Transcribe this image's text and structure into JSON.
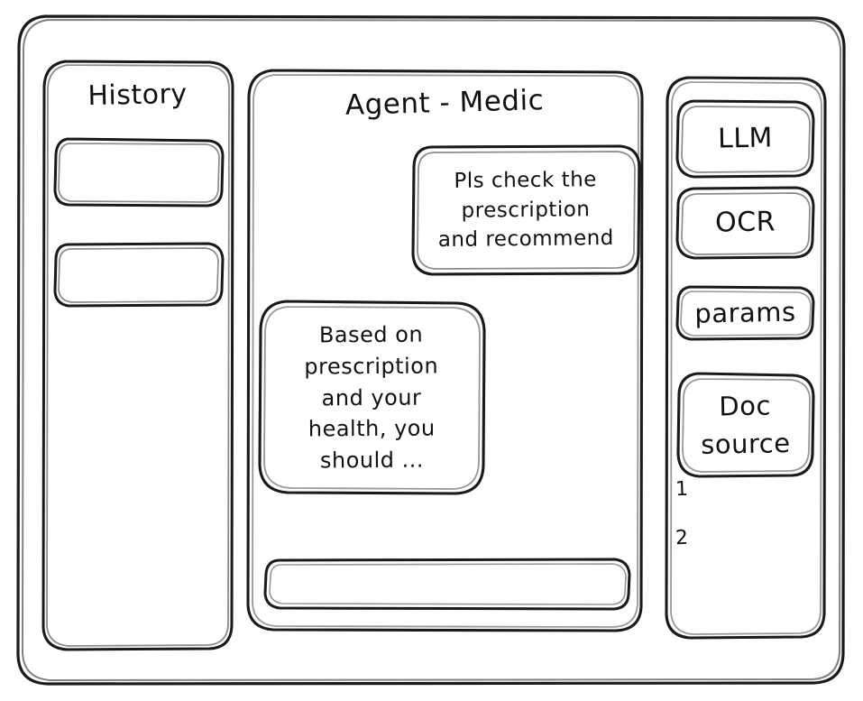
{
  "window": {
    "title": "Agent - Medic"
  },
  "sidebar": {
    "title": "History",
    "items": [
      {
        "label": ""
      },
      {
        "label": ""
      }
    ]
  },
  "main": {
    "title": "Agent - Medic",
    "messages": [
      {
        "role": "user",
        "text": "Pls check the\nprescription\nand recommend"
      },
      {
        "role": "agent",
        "text": "Based on\nprescription\nand your\nhealth, you\nshould ..."
      }
    ],
    "composer": {
      "value": "",
      "placeholder": ""
    }
  },
  "tools": {
    "buttons": [
      {
        "label": "LLM"
      },
      {
        "label": "OCR"
      },
      {
        "label": "params"
      },
      {
        "label": "Doc\nsource"
      }
    ],
    "sources": [
      {
        "label": "1"
      },
      {
        "label": "2"
      }
    ]
  },
  "colors": {
    "stroke": "#1a1a1a",
    "background": "#ffffff",
    "text": "#111111"
  }
}
